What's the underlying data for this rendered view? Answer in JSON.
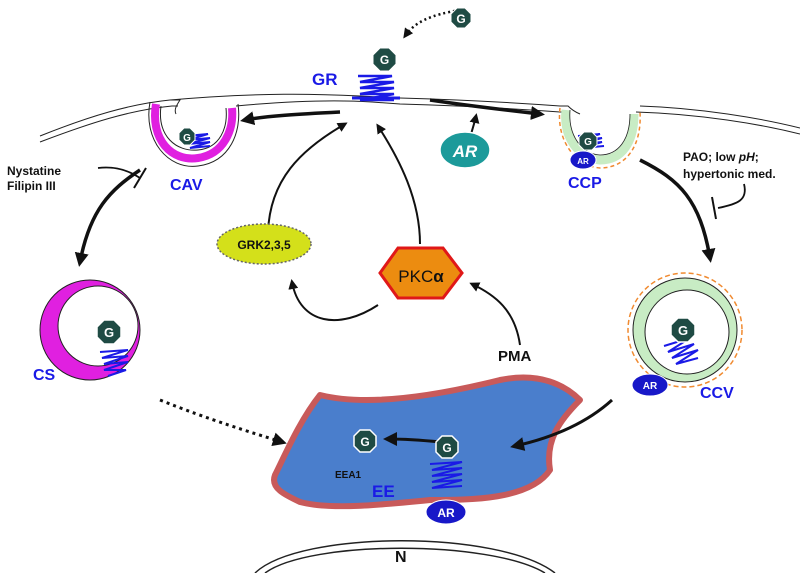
{
  "ligand": {
    "symbol": "G"
  },
  "labels": {
    "gr": "GR",
    "cav": "CAV",
    "ccp": "CCP",
    "cs": "CS",
    "ccv": "CCV",
    "ee": "EE",
    "eea1": "EEA1",
    "n": "N",
    "ar": "AR",
    "grk": "GRK2,3,5",
    "pkc_prefix": "PKC",
    "pkc_alpha": "α",
    "pma": "PMA"
  },
  "inhibitors": {
    "caveolar_line1": "Nystatine",
    "caveolar_line2": "Filipin III",
    "clathrin_line1_part1": "PAO; low ",
    "clathrin_line1_italic": "pH",
    "clathrin_line1_part2": ";",
    "clathrin_line2": "hypertonic med."
  },
  "colors": {
    "label_blue": "#1a1ae6",
    "receptor_blue": "#1a1ae6",
    "ligand_fill": "#1f4b44",
    "caveolin_magenta": "#e020e0",
    "clathrin_green": "#c8ecc4",
    "clathrin_coat_orange": "#f08a30",
    "arrestin_teal": "#1c9a9a",
    "arrestin_blue": "#1818c8",
    "grk_yellow": "#d4e01a",
    "pkc_orange": "#ec8c10",
    "pkc_border_red": "#e01818",
    "endosome_fill": "#4a7ecc",
    "endosome_border": "#c85a5a"
  }
}
